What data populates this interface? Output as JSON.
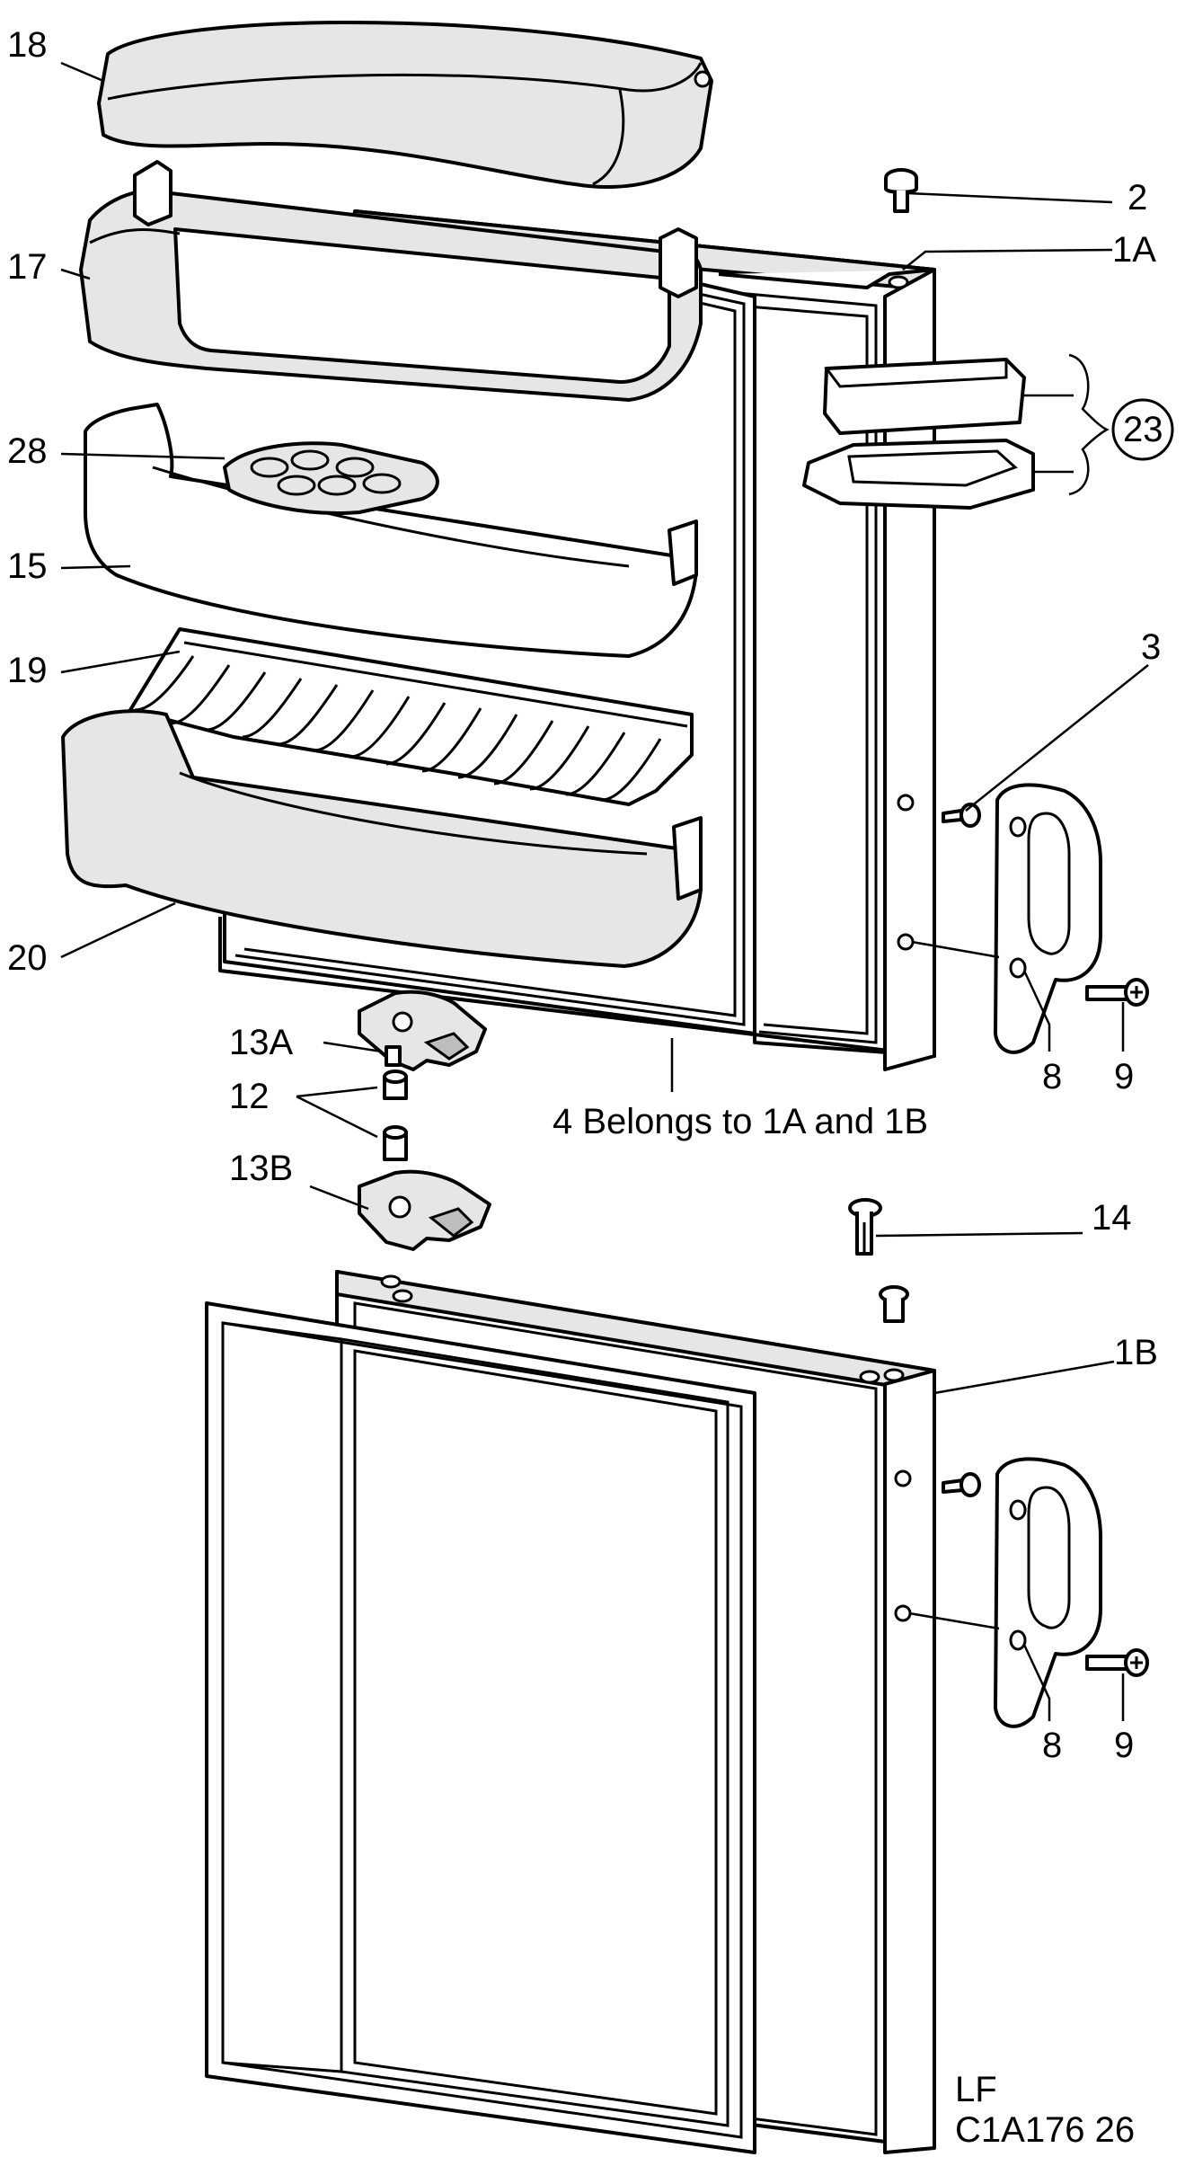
{
  "callouts": {
    "c18": "18",
    "c17": "17",
    "c28": "28",
    "c15": "15",
    "c19": "19",
    "c20": "20",
    "c2": "2",
    "c1a": "1A",
    "c23": "23",
    "c3": "3",
    "c8_top": "8",
    "c9_top": "9",
    "c13a": "13A",
    "c12": "12",
    "c13b": "13B",
    "c4": "4  Belongs to 1A and 1B",
    "c14": "14",
    "c1b": "1B",
    "c8_bottom": "8",
    "c9_bottom": "9"
  },
  "footer": {
    "line1": "LF",
    "line2": "C1A176 26"
  }
}
